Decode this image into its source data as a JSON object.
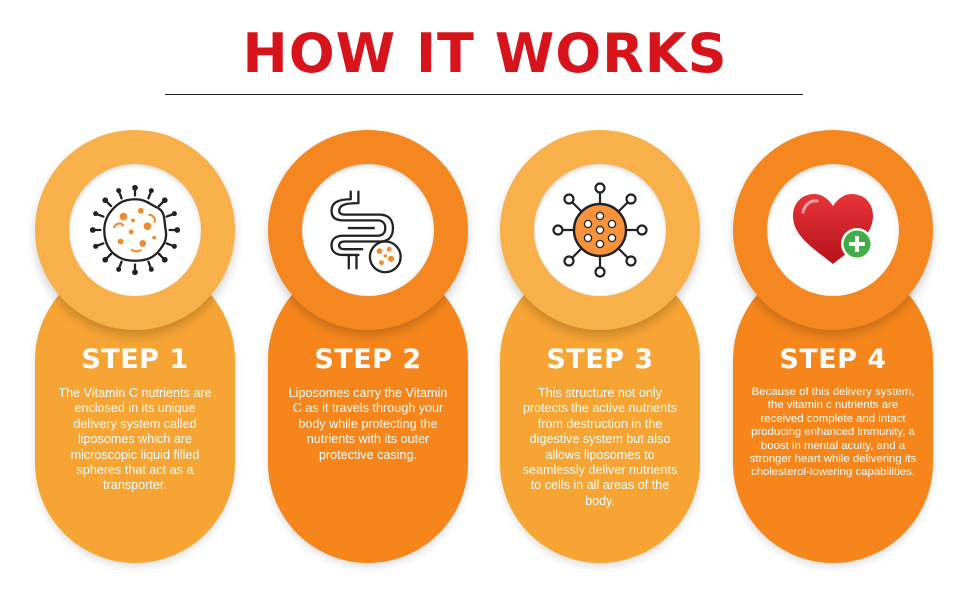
{
  "title": "HOW IT WORKS",
  "colors": {
    "title_red": "#d7141b",
    "light_orange": "#f6a433",
    "dark_orange": "#f6861c"
  },
  "steps": [
    {
      "label": "STEP 1",
      "icon": "bacteria-icon",
      "text": "The Vitamin C nutrients are enclosed in its unique delivery system called liposomes which are microscopic liquid filled spheres that act as a transporter."
    },
    {
      "label": "STEP 2",
      "icon": "intestine-icon",
      "text": "Liposomes carry the Vitamin C as it travels through your body while protecting the nutrients with its outer protective casing."
    },
    {
      "label": "STEP 3",
      "icon": "liposome-molecule-icon",
      "text": "This structure not only protects the active nutrients from destruction in the digestive system but also allows liposomes to seamlessly deliver nutrients to cells in all areas of the body."
    },
    {
      "label": "STEP 4",
      "icon": "heart-plus-icon",
      "text": "Because of this delivery system, the vitamin c nutrients are received complete and intact producing enhanced immunity, a boost in mental acuity, and a stronger heart while delivering its cholesterol-lowering capabilities."
    }
  ]
}
